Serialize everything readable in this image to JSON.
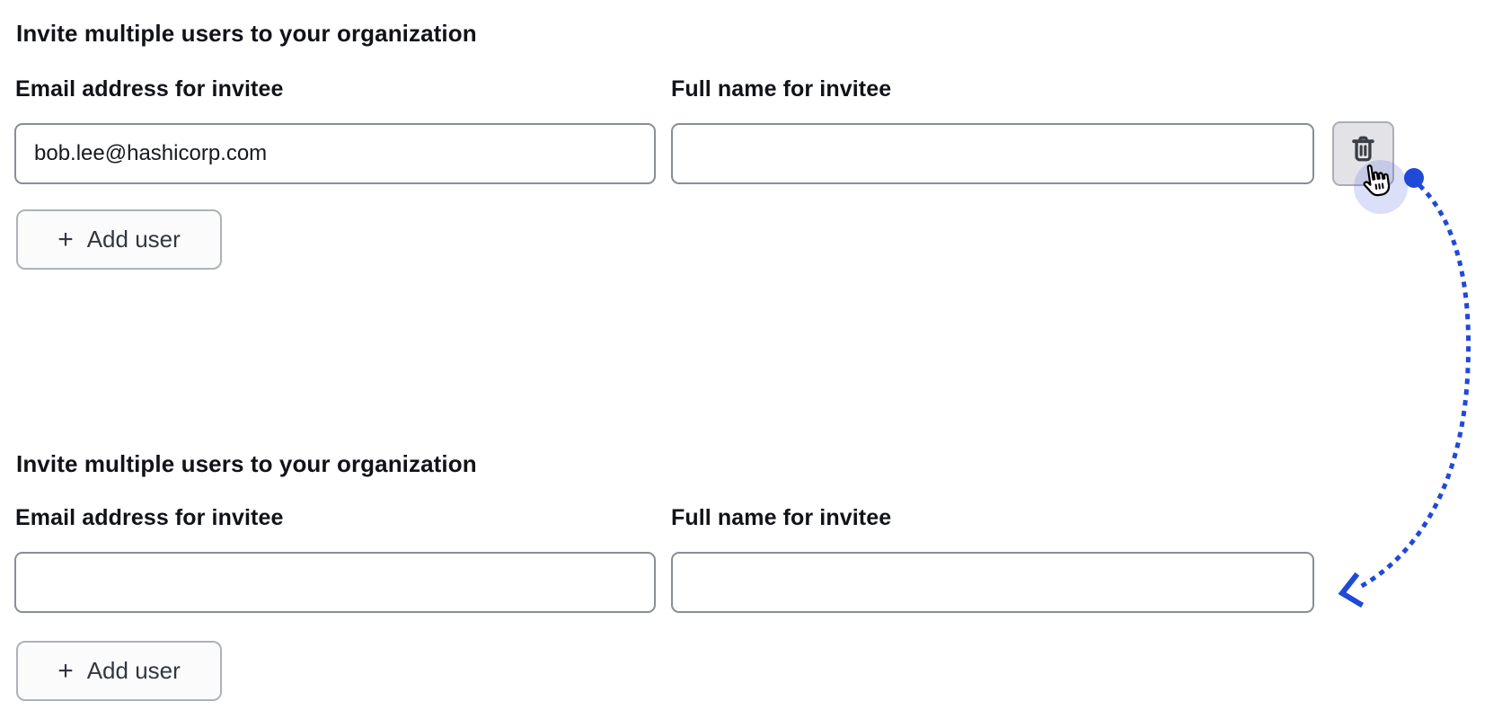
{
  "colors": {
    "accent_blue": "#1f49d7",
    "halo_lavender": "#5b6ee0",
    "input_border": "#888d96"
  },
  "sections": [
    {
      "heading": "Invite multiple users to your organization",
      "email_label": "Email address for invitee",
      "name_label": "Full name for invitee",
      "email_value": "bob.lee@hashicorp.com",
      "name_value": "",
      "plus": "+",
      "add_user_label": "Add user",
      "delete_icon": "trash-icon"
    },
    {
      "heading": "Invite multiple users to your organization",
      "email_label": "Email address for invitee",
      "name_label": "Full name for invitee",
      "email_value": "",
      "name_value": "",
      "plus": "+",
      "add_user_label": "Add user"
    }
  ],
  "annotation": {
    "cursor_icon": "hand-pointer-cursor",
    "arrow_icon": "dotted-curved-arrow",
    "meaning": "clicking delete resets form to empty state"
  }
}
